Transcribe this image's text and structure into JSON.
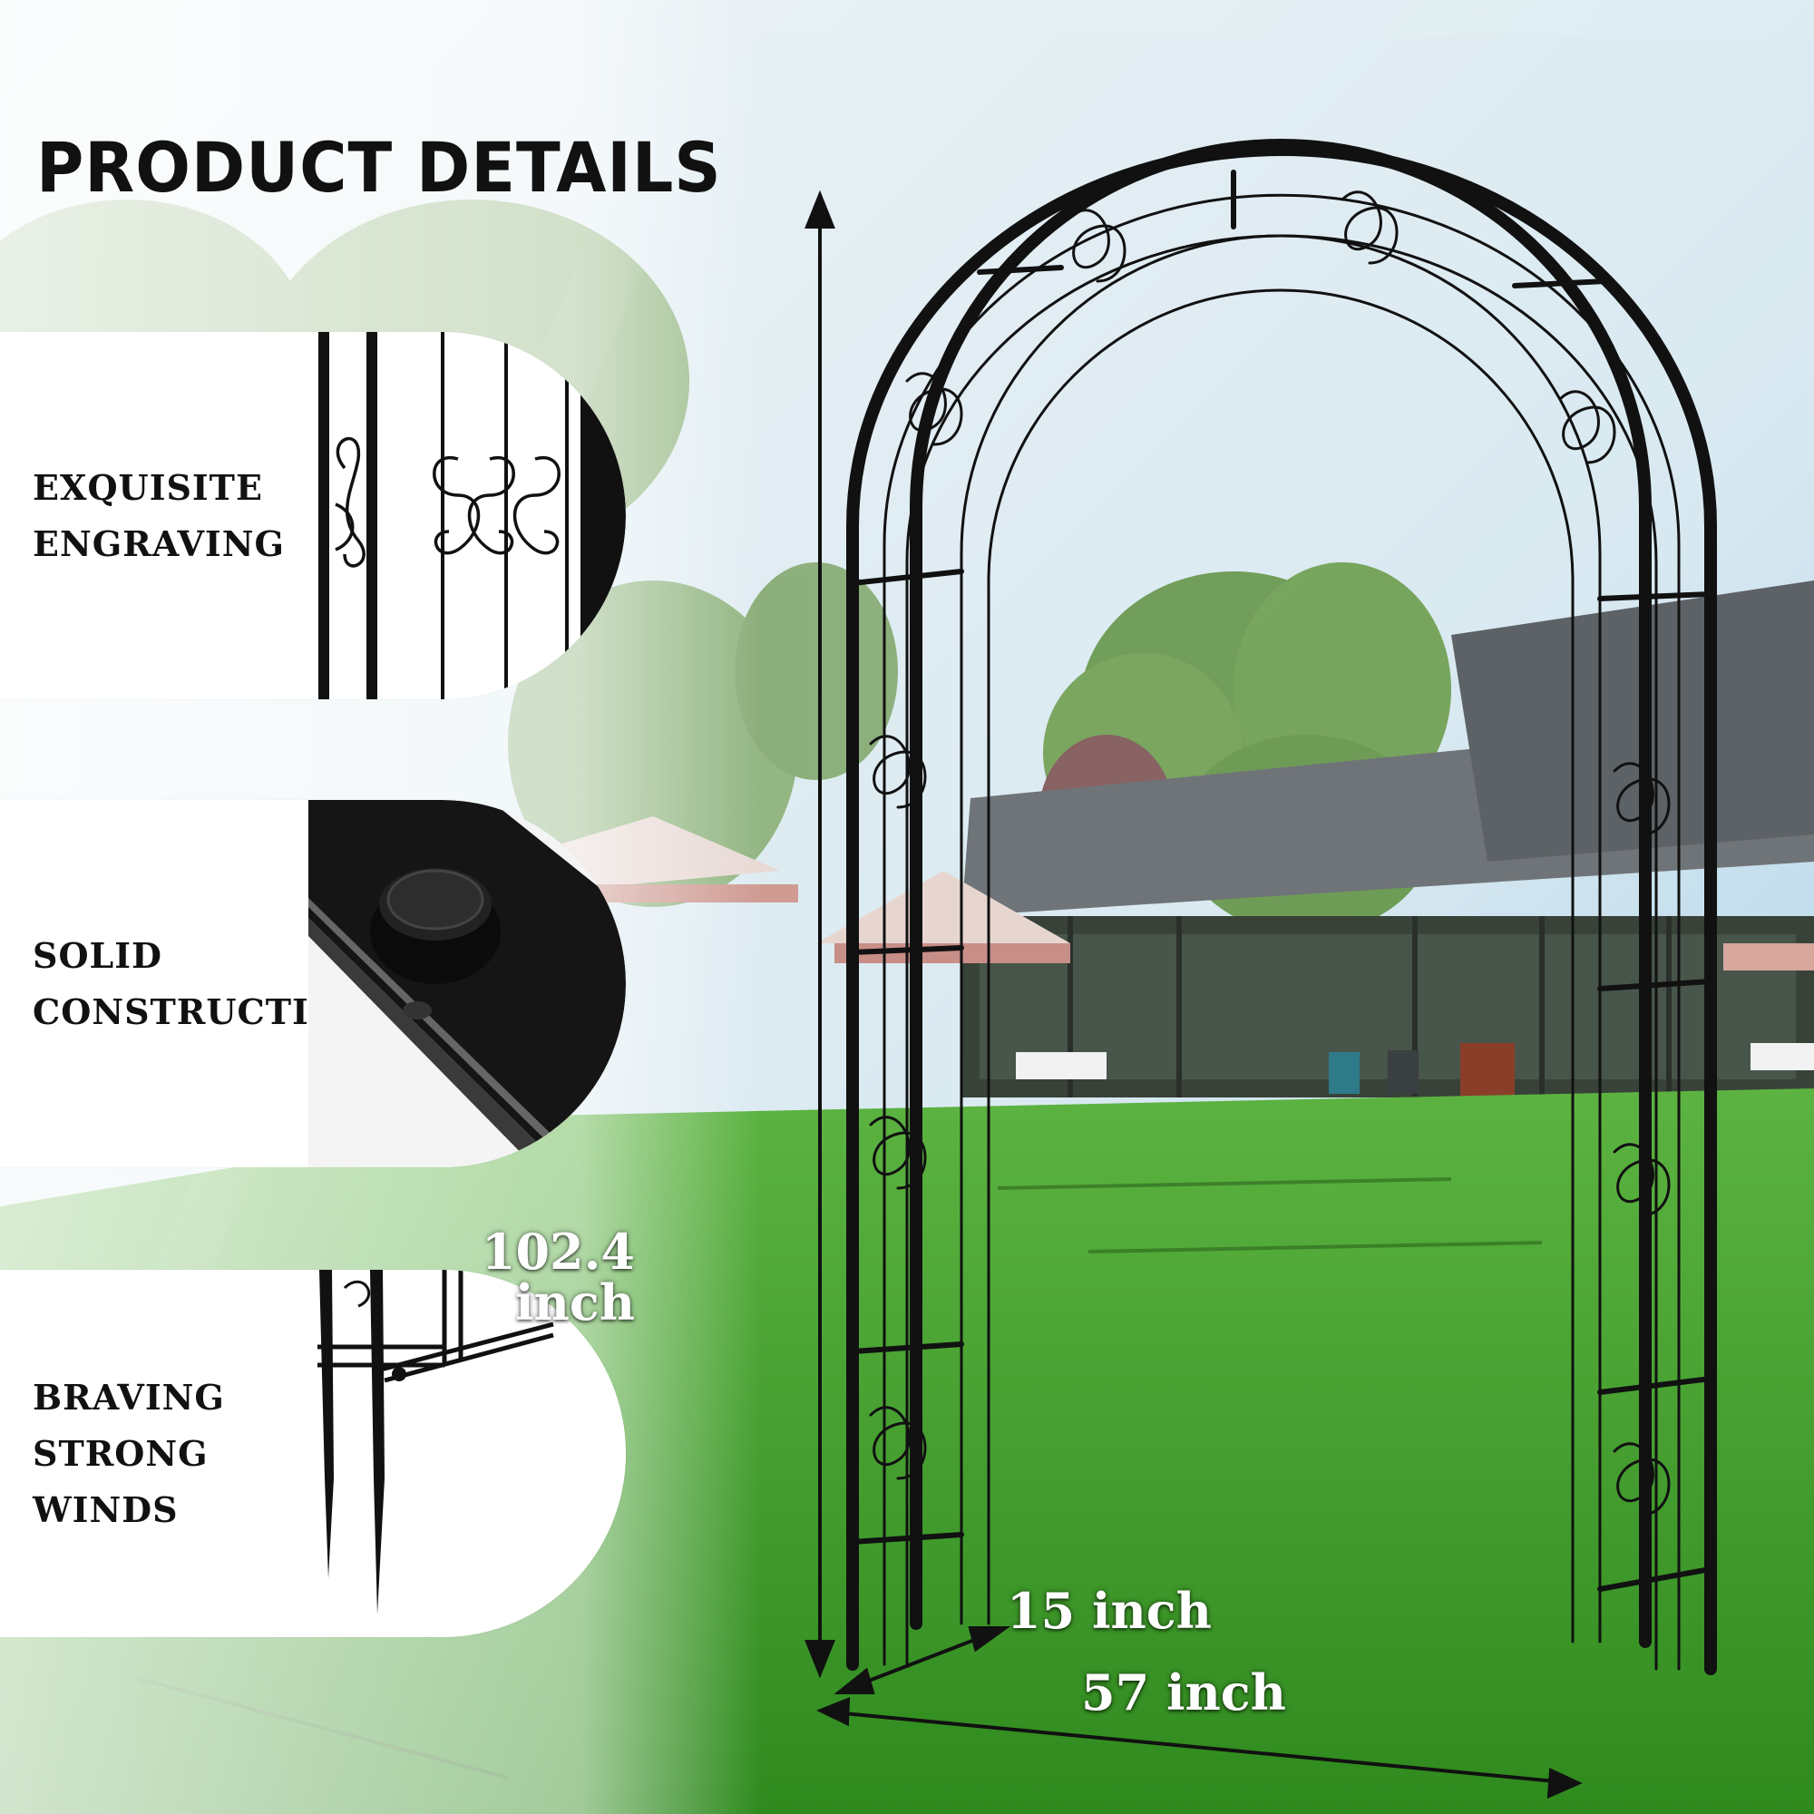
{
  "title": "PRODUCT DETAILS",
  "features": [
    {
      "lines": [
        "EXQUISITE",
        "ENGRAVING"
      ],
      "icon": "engraving-closeup"
    },
    {
      "lines": [
        "SOLID",
        "CONSTRUCTION"
      ],
      "icon": "bolt-closeup"
    },
    {
      "lines": [
        "BRAVING",
        "STRONG",
        "WINDS"
      ],
      "icon": "ground-stake-closeup"
    }
  ],
  "dimensions": {
    "height": {
      "value": "102.4",
      "unit": "inch"
    },
    "depth": "15 inch",
    "width": "57 inch"
  },
  "colors": {
    "grass": "#3f9a2a",
    "sky": "#d7e9f3",
    "metal": "#111111",
    "panel": "#ffffff"
  }
}
